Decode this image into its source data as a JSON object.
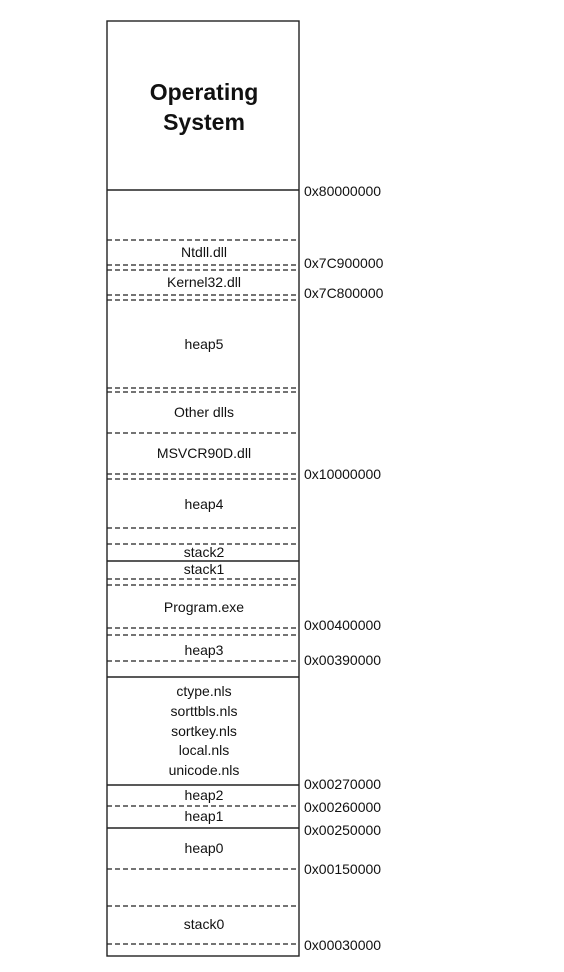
{
  "os_region": {
    "title_line1": "Operating",
    "title_line2": "System"
  },
  "regions": {
    "ntdll": "Ntdll.dll",
    "kernel32": "Kernel32.dll",
    "heap5": "heap5",
    "other_dlls": "Other dlls",
    "msvcr90d": "MSVCR90D.dll",
    "heap4": "heap4",
    "stack2": "stack2",
    "stack1": "stack1",
    "program_exe": "Program.exe",
    "heap3": "heap3",
    "nls_files": [
      "ctype.nls",
      "sorttbls.nls",
      "sortkey.nls",
      "local.nls",
      "unicode.nls"
    ],
    "heap2": "heap2",
    "heap1": "heap1",
    "heap0": "heap0",
    "stack0": "stack0"
  },
  "addresses": {
    "a80000000": "0x80000000",
    "a7C900000": "0x7C900000",
    "a7C800000": "0x7C800000",
    "a10000000": "0x10000000",
    "a00400000": "0x00400000",
    "a00390000": "0x00390000",
    "a00270000": "0x00270000",
    "a00260000": "0x00260000",
    "a00250000": "0x00250000",
    "a00150000": "0x00150000",
    "a00030000": "0x00030000"
  }
}
